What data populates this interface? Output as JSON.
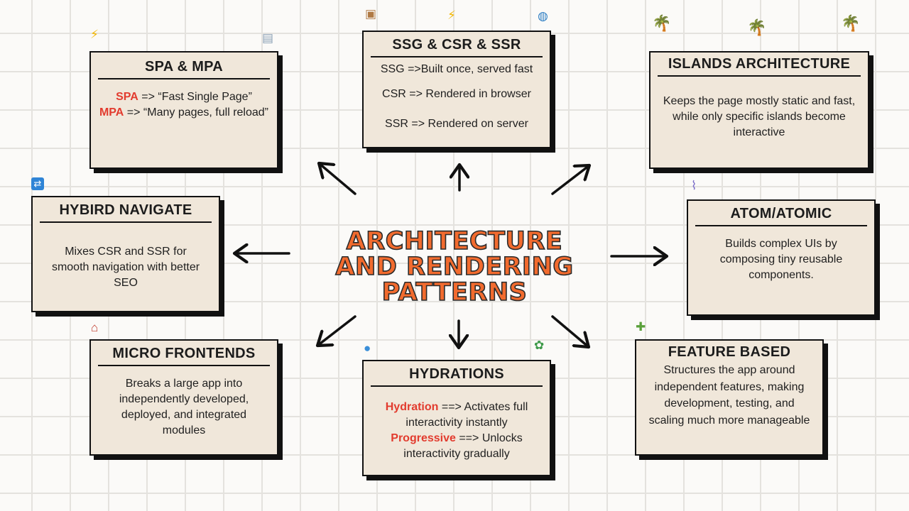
{
  "center": {
    "line1": "ARCHITECTURE",
    "line2": "AND RENDERING",
    "line3": "PATTERNS"
  },
  "cards": {
    "spa": {
      "title": "SPA & MPA",
      "spa_label": "SPA",
      "spa_text": " => “Fast Single Page”",
      "mpa_label": "MPA",
      "mpa_text": " => “Many pages, full reload”"
    },
    "ssg": {
      "title": "SSG & CSR & SSR",
      "line1": "SSG =>Built once, served fast",
      "line2": "CSR => Rendered in browser",
      "line3": "SSR => Rendered on server"
    },
    "islands": {
      "title": "ISLANDS ARCHITECTURE",
      "body": "Keeps the page mostly static and fast, while only specific islands become interactive"
    },
    "hybrid": {
      "title": "HYBIRD NAVIGATE",
      "body": "Mixes CSR and SSR for smooth navigation with better SEO"
    },
    "atom": {
      "title": "ATOM/ATOMIC",
      "body": "Builds complex UIs by composing tiny reusable components."
    },
    "micro": {
      "title": "MICRO FRONTENDS",
      "body": "Breaks a large app into independently developed, deployed, and integrated modules"
    },
    "hydrations": {
      "title": "HYDRATIONS",
      "hyd_label": "Hydration",
      "hyd_text": " ==> Activates full interactivity instantly",
      "prog_label": "Progressive",
      "prog_text": " ==> Unlocks interactivity gradually"
    },
    "feature": {
      "title": "FEATURE BASED",
      "body": "Structures the app around independent features, making development, testing, and scaling much more manageable"
    }
  },
  "icons": [
    "lightning-icon",
    "document-icon",
    "package-icon",
    "globe-icon",
    "island-icon",
    "shuffle-icon",
    "dna-icon",
    "crane-icon",
    "droplet-icon",
    "sprout-icon",
    "puzzle-icon"
  ],
  "colors": {
    "card_bg": "#f0e7da",
    "title_fill": "#f26b2e",
    "highlight": "#e23b2e",
    "ink": "#111111"
  }
}
